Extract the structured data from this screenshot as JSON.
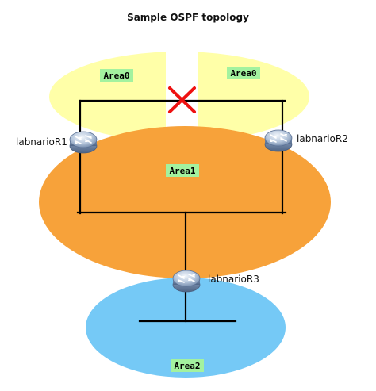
{
  "title": "Sample OSPF topology",
  "areas": {
    "area0_left": {
      "label": "Area0",
      "color": "#ffffa8"
    },
    "area0_right": {
      "label": "Area0",
      "color": "#ffffa8"
    },
    "area1": {
      "label": "Area1",
      "color": "#f7a23a"
    },
    "area2": {
      "label": "Area2",
      "color": "#75c9f6"
    }
  },
  "area_label_bg": "#a3f29f",
  "link_color": "#000000",
  "failed_link_color": "#ee1111",
  "routers": [
    {
      "label": "labnarioR1",
      "icon": "router-icon"
    },
    {
      "label": "labnarioR2",
      "icon": "router-icon"
    },
    {
      "label": "labnarioR3",
      "icon": "router-icon"
    }
  ]
}
